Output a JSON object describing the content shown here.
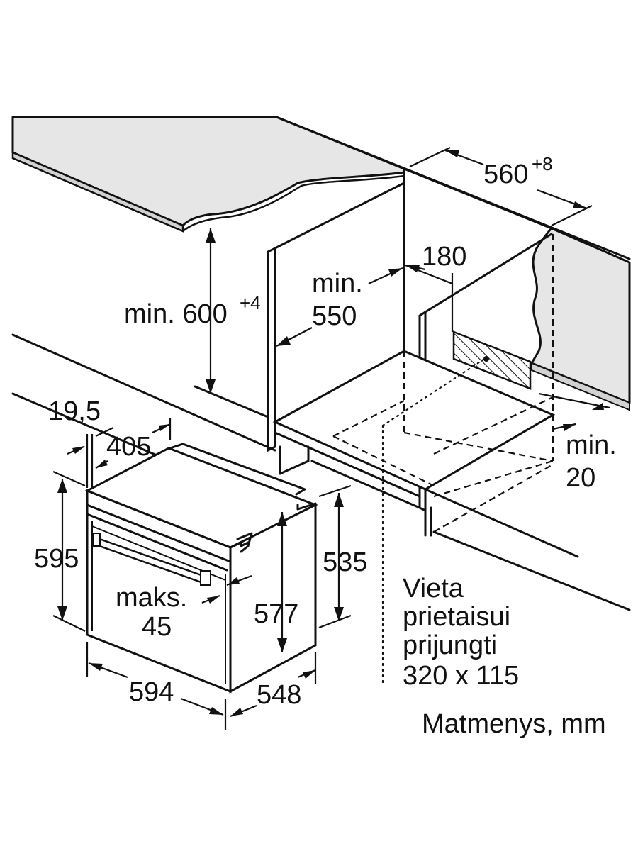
{
  "labels": {
    "niche_width": "560",
    "niche_width_tol": "+8",
    "niche_height": "min. 600",
    "niche_height_tol": "+4",
    "depth_min_line1": "min.",
    "depth_min_line2": "550",
    "socket_offset": "180",
    "gap_min_line1": "min.",
    "gap_min_line2": "20",
    "panel_thickness": "19,5",
    "panel_offset": "405",
    "oven_height": "595",
    "oven_body_height": "535",
    "handle_line1": "maks.",
    "handle_line2": "45",
    "inner_height": "577",
    "oven_width": "594",
    "oven_depth": "548",
    "connection_line1": "Vieta",
    "connection_line2": "prietaisui",
    "connection_line3": "prijungti",
    "connection_line4": "320 x 115",
    "units": "Matmenys, mm"
  },
  "colors": {
    "countertop": "#e6e6e6",
    "line": "#111111",
    "background": "#ffffff"
  }
}
